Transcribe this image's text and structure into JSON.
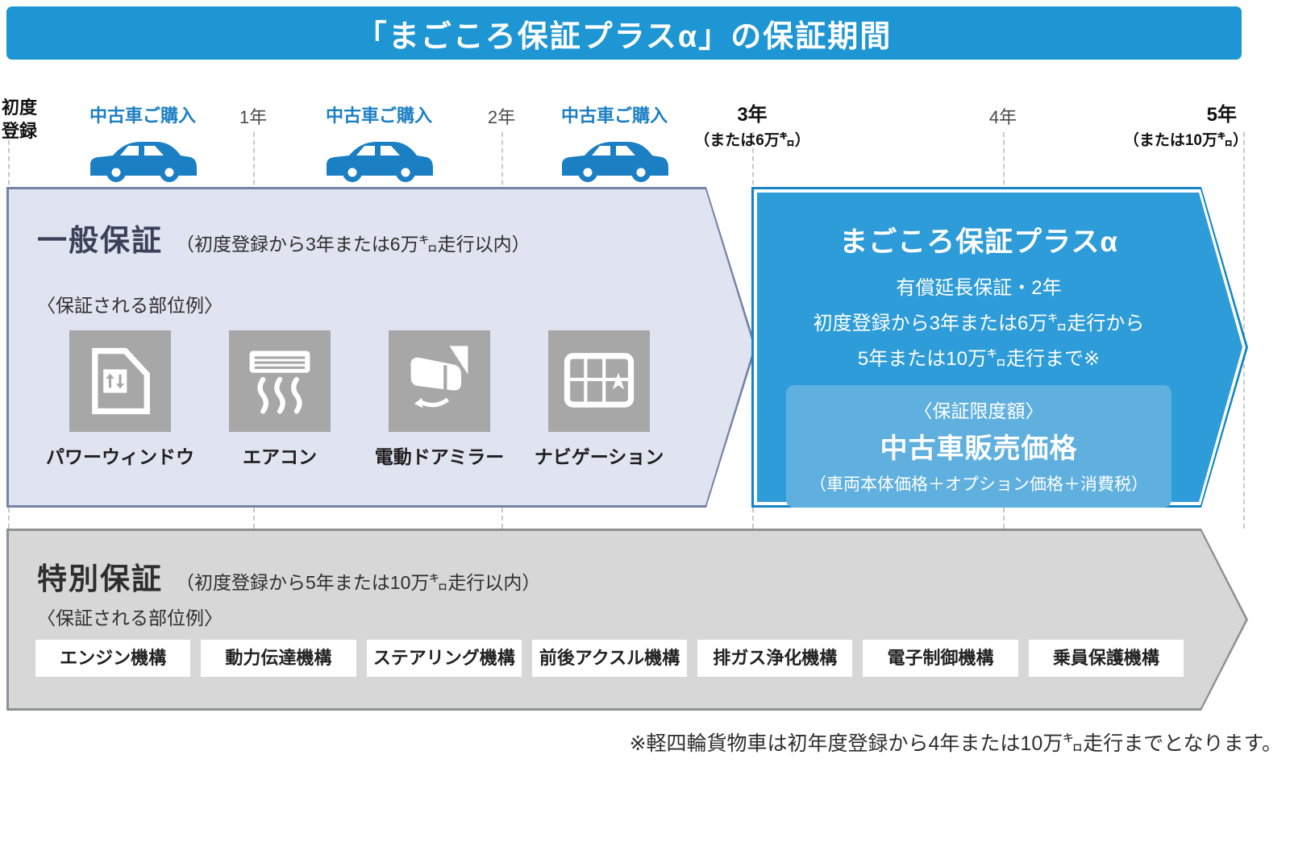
{
  "header": {
    "title": "「まごころ保証プラスα」の保証期間"
  },
  "timeline": {
    "initial_registration": "初度\n登録",
    "purchases": [
      {
        "label": "中古車ご購入"
      },
      {
        "label": "中古車ご購入"
      },
      {
        "label": "中古車ご購入"
      }
    ],
    "years": [
      {
        "label": "1年"
      },
      {
        "label": "2年"
      },
      {
        "label": "3年",
        "sub": "（または6万㌔）"
      },
      {
        "label": "4年"
      },
      {
        "label": "5年",
        "sub": "（または10万㌔）"
      }
    ]
  },
  "general_warranty": {
    "title": "一般保証",
    "subtitle": "（初度登録から3年または6万㌔走行以内）",
    "parts_heading": "〈保証される部位例〉",
    "parts": [
      {
        "label": "パワーウィンドウ",
        "icon": "power-window-icon"
      },
      {
        "label": "エアコン",
        "icon": "air-conditioner-icon"
      },
      {
        "label": "電動ドアミラー",
        "icon": "electric-door-mirror-icon"
      },
      {
        "label": "ナビゲーション",
        "icon": "navigation-icon"
      }
    ]
  },
  "plus_warranty": {
    "title": "まごころ保証プラスα",
    "line1": "有償延長保証・2年",
    "line2": "初度登録から3年または6万㌔走行から",
    "line3": "5年または10万㌔走行まで※",
    "limit_box": {
      "heading": "〈保証限度額〉",
      "value": "中古車販売価格",
      "detail": "（車両本体価格＋オプション価格＋消費税）"
    }
  },
  "special_warranty": {
    "title": "特別保証",
    "subtitle": "（初度登録から5年または10万㌔走行以内）",
    "parts_heading": "〈保証される部位例〉",
    "parts": [
      "エンジン機構",
      "動力伝達機構",
      "ステアリング機構",
      "前後アクスル機構",
      "排ガス浄化機構",
      "電子制御機構",
      "乗員保護機構"
    ]
  },
  "footnote": "※軽四輪貨物車は初年度登録から4年または10万㌔走行までとなります。",
  "colors": {
    "header_blue": "#1e96d3",
    "accent_blue": "#1b7fc4",
    "general_fill": "#e0e3f0",
    "general_border": "#7782a4",
    "plus_fill": "#2e9cd8",
    "plus_border": "#1583c5",
    "limit_box_fill": "#5fb0df",
    "special_fill": "#d7d7d8",
    "special_border": "#8e9093",
    "icon_tile_gray": "#a7a7a7"
  }
}
